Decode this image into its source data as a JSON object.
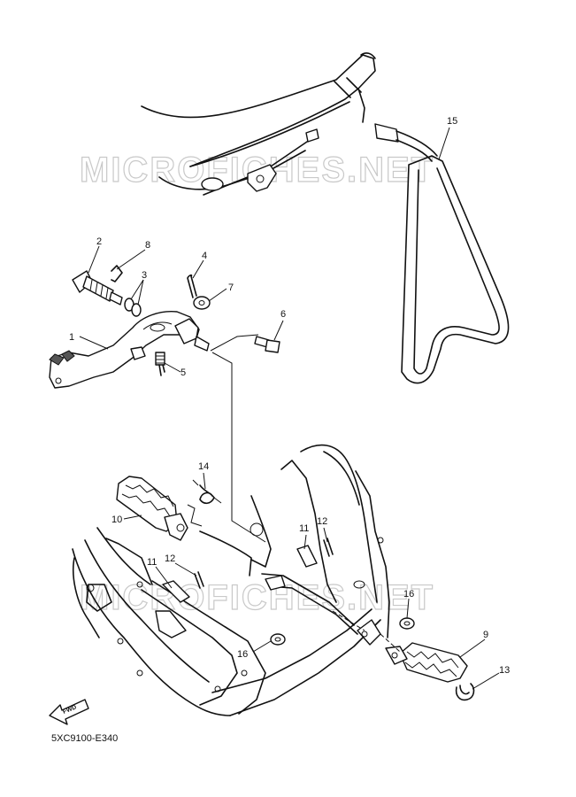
{
  "watermark": "MICROFICHES.NET",
  "diagram_code": "5XC9100-E340",
  "fwd_label": "FWD",
  "callouts": [
    "1",
    "2",
    "3",
    "4",
    "5",
    "6",
    "7",
    "8",
    "9",
    "10",
    "11",
    "11",
    "12",
    "12",
    "13",
    "14",
    "15",
    "16",
    "16"
  ]
}
